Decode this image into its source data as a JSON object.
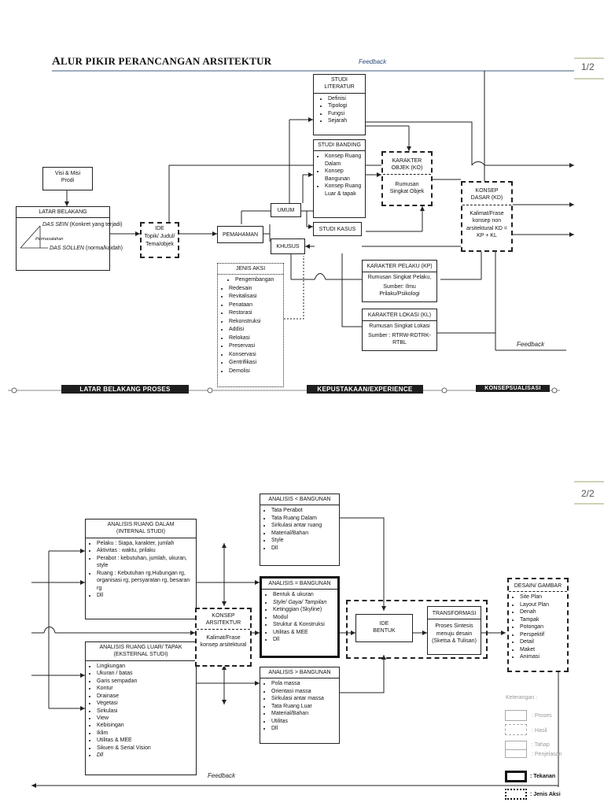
{
  "page1": {
    "title_first": "A",
    "title_rest": "LUR PIKIR PERANCANGAN ARSITEKTUR",
    "page_num": "1/2",
    "feedback_top": "Feedback",
    "feedback_bottom": "Feedback",
    "visi": {
      "line1": "Visi & Misi",
      "line2": "Prodi"
    },
    "latar": {
      "header": "LATAR BELAKANG",
      "das_sein": "DAS SEIN",
      "das_sein_note": "(Konkret yang terjadi)",
      "permasalahan": "Permasalahan",
      "das_sollen": "DAS SOLLEN",
      "das_sollen_note": "(norma/kaidah)"
    },
    "ide": {
      "header": "IDE",
      "body": "Topik/ Judul/ Tema/objek"
    },
    "pemahaman": "PEMAHAMAN",
    "umum": "UMUM",
    "khusus": "KHUSUS",
    "studi_literatur": {
      "header": "STUDI LITERATUR",
      "items": [
        "Definisi",
        "Tipologi",
        "Fungsi",
        "Sejarah"
      ]
    },
    "studi_banding": {
      "header": "STUDI BANDING",
      "items": [
        "Konsep Ruang Dalam",
        "Konsep Bangunan",
        "Konsep Ruang Luar & tapak"
      ]
    },
    "studi_kasus": "STUDI KASUS",
    "karakter_objek": {
      "header": "KARAKTER OBJEK (KO)",
      "body": "Rumusan Singkat Objek"
    },
    "konsep_dasar": {
      "header": "KONSEP DASAR (KD)",
      "body": "Kalimat/Frase konsep non arsitektural KD = KP + KL"
    },
    "karakter_pelaku": {
      "header": "KARAKTER PELAKU (KP)",
      "body1": "Rumusan Singkat Pelaku,",
      "body2": "Sumber: Ilmu Prilaku/Psikologi"
    },
    "karakter_lokasi": {
      "header": "KARAKTER LOKASI (KL)",
      "body1": "Rumusan Singkat Lokasi",
      "body2": "Sumber : RTRW-RDTRK-RTBL"
    },
    "jenis_aksi": {
      "header": "JENIS AKSI",
      "items": [
        "Pengembangan",
        "Redesain",
        "Revitalisasi",
        "Penataan",
        "Restorasi",
        "Rekonstruksi",
        "Addisi",
        "Relokasi",
        "Preservasi",
        "Konservasi",
        "Gentrifikasi",
        "Demolisi"
      ]
    },
    "bands": [
      "LATAR BELAKANG PROSES",
      "KEPUSTAKAAN/EXPERIENCE",
      "KONSEPSUALISASI"
    ]
  },
  "page2": {
    "page_num": "2/2",
    "feedback": "Feedback",
    "ruang_dalam": {
      "header1": "ANALISIS RUANG DALAM",
      "header2": "(INTERNAL STUDI)",
      "items": [
        "Pelaku : Siapa, karakter, jumlah",
        "Aktivitas : waktu, prilaku",
        "Perabot : kebutuhan, jumlah, ukuran, style",
        "Ruang : Kebutuhan rg,Hubungan rg, organisasi rg, persyaratan rg, besaran rg",
        "Dll"
      ]
    },
    "ruang_luar": {
      "header1": "ANALISIS RUANG LUAR/ TAPAK",
      "header2": "(EKSTERNAL STUDI)",
      "items": [
        "Lingkungan",
        "Ukuran / batas",
        "Garis sempadan",
        "Kontur",
        "Drainase",
        "Vegetasi",
        "Sirkulasi",
        "View",
        "Kebisingan",
        "Iklim",
        "Utilitas & MEE",
        "Sikuen & Serial Vision",
        "Dll"
      ]
    },
    "konsep_arsitektur": {
      "header": "KONSEP ARSITEKTUR",
      "body": "Kalimat/Frase konsep arsitektural"
    },
    "analisis_kurang": {
      "header": "ANALISIS < BANGUNAN",
      "items": [
        "Tata Perabot",
        "Tata Ruang Dalam",
        "Sirkulasi antar ruang",
        "Material/Bahan",
        "Style",
        "Dll"
      ]
    },
    "analisis_sama": {
      "header": "ANALISIS = BANGUNAN",
      "items": [
        "Bentuk & ukuran",
        "Style/ Gaya/ Tampilan",
        "Ketinggian (Skyline)",
        "Modul",
        "Struktur & Konstruksi",
        "Utilitas & MEE",
        "Dll"
      ]
    },
    "analisis_lebih": {
      "header": "ANALISIS > BANGUNAN",
      "items": [
        "Pola massa",
        "Orientasi massa",
        "Sirkulasi antar massa",
        "Tata Ruang Luar",
        "Material/Bahan",
        "Utilitas",
        "Dll"
      ]
    },
    "ide_bentuk": {
      "line1": "IDE",
      "line2": "BENTUK"
    },
    "transformasi": {
      "header": "TRANSFORMASI",
      "body": "Proses Sintesis menuju desain (Sketsa & Tulisan)"
    },
    "desain": {
      "header": "DESAIN/ GAMBAR",
      "items": [
        "Site Plan",
        "Layout Plan",
        "Denah",
        "Tampak",
        "Potongan",
        "Perspektif",
        "Detail",
        "Maket",
        "Animasi"
      ]
    },
    "legend": {
      "title": "Keterangan :",
      "proses": ": Proses",
      "hasil": ": Hasil",
      "tahap": ": Tahap",
      "penjelasan": ": Penjelasan",
      "tekanan": ": Tekanan",
      "jenis_aksi": ": Jenis Aksi"
    },
    "colors": {
      "ink": "#111111",
      "accent_green": "#9aa86a",
      "rule_blue": "#3b5b7f"
    }
  }
}
